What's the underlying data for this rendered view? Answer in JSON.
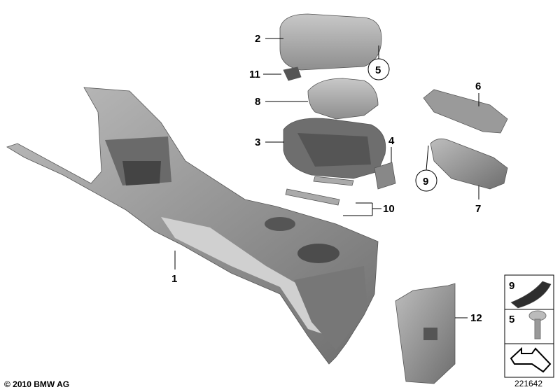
{
  "diagram": {
    "callouts": [
      {
        "number": "1",
        "part": "center-console"
      },
      {
        "number": "2",
        "part": "armrest-cover"
      },
      {
        "number": "3",
        "part": "armrest-storage-base"
      },
      {
        "number": "4",
        "part": "bracket"
      },
      {
        "number": "5",
        "part": "screw",
        "circled": true
      },
      {
        "number": "6",
        "part": "trim-frame"
      },
      {
        "number": "7",
        "part": "tray"
      },
      {
        "number": "8",
        "part": "armrest-pad"
      },
      {
        "number": "9",
        "part": "insert",
        "circled": true
      },
      {
        "number": "10",
        "part": "trim-strips"
      },
      {
        "number": "11",
        "part": "knob"
      },
      {
        "number": "12",
        "part": "rear-cover"
      }
    ],
    "legend": [
      {
        "number": "9",
        "icon": "curved-insert-icon"
      },
      {
        "number": "5",
        "icon": "screw-icon"
      },
      {
        "number": "",
        "icon": "arrow-direction-icon"
      }
    ],
    "colors": {
      "part_fill": "#b4b4b4",
      "part_dark": "#7a7a7a",
      "line": "#000000"
    }
  },
  "footer": {
    "copyright": "© 2010 BMW AG",
    "diagram_id": "221642"
  }
}
